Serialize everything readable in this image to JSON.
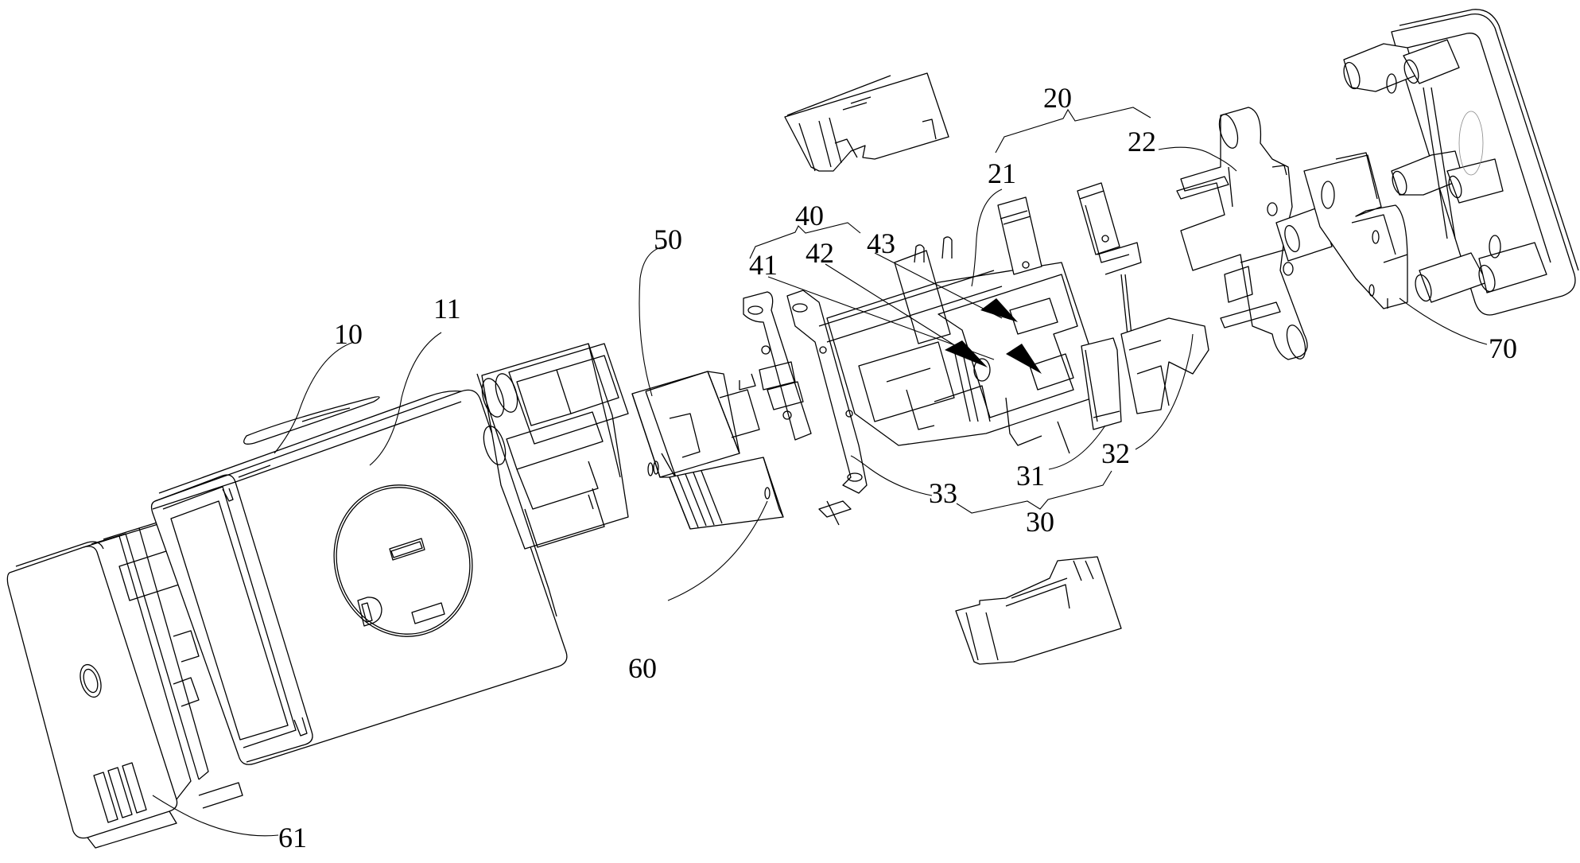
{
  "figure": {
    "type": "exploded perspective patent drawing",
    "subject": "socket / plug adapter assembly",
    "background": "#ffffff",
    "line_color": "#000000"
  },
  "labels": {
    "l10": "10",
    "l11": "11",
    "l20": "20",
    "l21": "21",
    "l22": "22",
    "l30": "30",
    "l31": "31",
    "l32": "32",
    "l33": "33",
    "l40": "40",
    "l41": "41",
    "l42": "42",
    "l43": "43",
    "l50": "50",
    "l60": "60",
    "l61": "61",
    "l70": "70"
  },
  "groups": [
    {
      "ref": "20",
      "members": [
        "21",
        "22"
      ]
    },
    {
      "ref": "30",
      "members": [
        "31",
        "32",
        "33"
      ]
    },
    {
      "ref": "40",
      "members": [
        "41",
        "42",
        "43"
      ]
    }
  ]
}
